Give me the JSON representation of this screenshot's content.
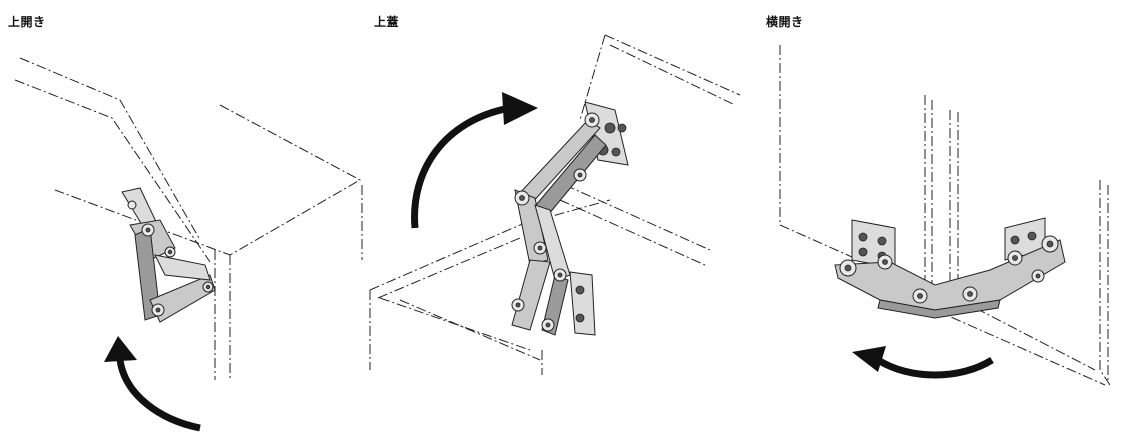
{
  "panels": [
    {
      "caption": "上開き"
    },
    {
      "caption": "上蓋"
    },
    {
      "caption": "横開き"
    }
  ]
}
